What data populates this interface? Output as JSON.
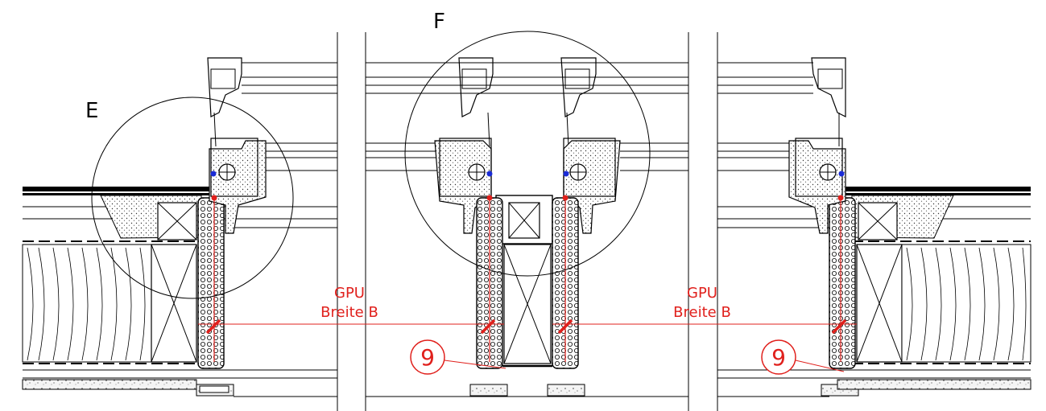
{
  "callouts": {
    "detail_e": "E",
    "detail_f": "F"
  },
  "dimensions": {
    "left": {
      "line1": "GPU",
      "line2": "Breite B"
    },
    "right": {
      "line1": "GPU",
      "line2": "Breite B"
    }
  },
  "markers": {
    "left": "9",
    "right": "9"
  },
  "colors": {
    "line": "#000000",
    "annotation": "#e0201c",
    "seal_point": "#1a2bd6",
    "fill_point": "#e0201c",
    "background": "#ffffff"
  }
}
